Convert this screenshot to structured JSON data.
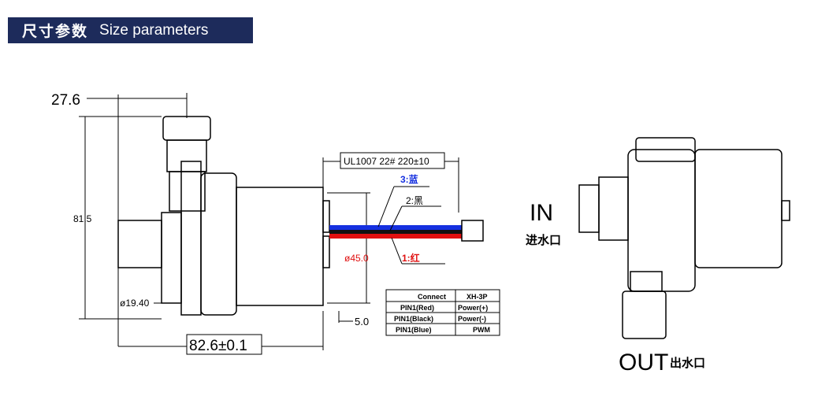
{
  "header": {
    "title_cn": "尺寸参数",
    "title_en": "Size parameters"
  },
  "dims": {
    "top_width": "27.6",
    "height": "81.5",
    "inlet_dia": "ø19.40",
    "length": "82.6±0.1",
    "offset": "5.0",
    "motor_dia": "ø45.0",
    "cable": "UL1007 22# 220±10"
  },
  "wires": {
    "blue": "3:蓝",
    "black": "2:黑",
    "red": "1:红"
  },
  "pin_table": {
    "headers": [
      "Connect",
      "XH-3P"
    ],
    "rows": [
      [
        "PIN1(Red)",
        "Power(+)"
      ],
      [
        "PIN1(Black)",
        "Power(-)"
      ],
      [
        "PIN1(Blue)",
        "PWM"
      ]
    ]
  },
  "side": {
    "in_label": "IN",
    "in_cn": "进水口",
    "out_label": "OUT",
    "out_cn": "出水口"
  },
  "colors": {
    "header_bg": "#1d2b5b",
    "blue_wire": "#1530e0",
    "red_wire": "#e01010"
  }
}
